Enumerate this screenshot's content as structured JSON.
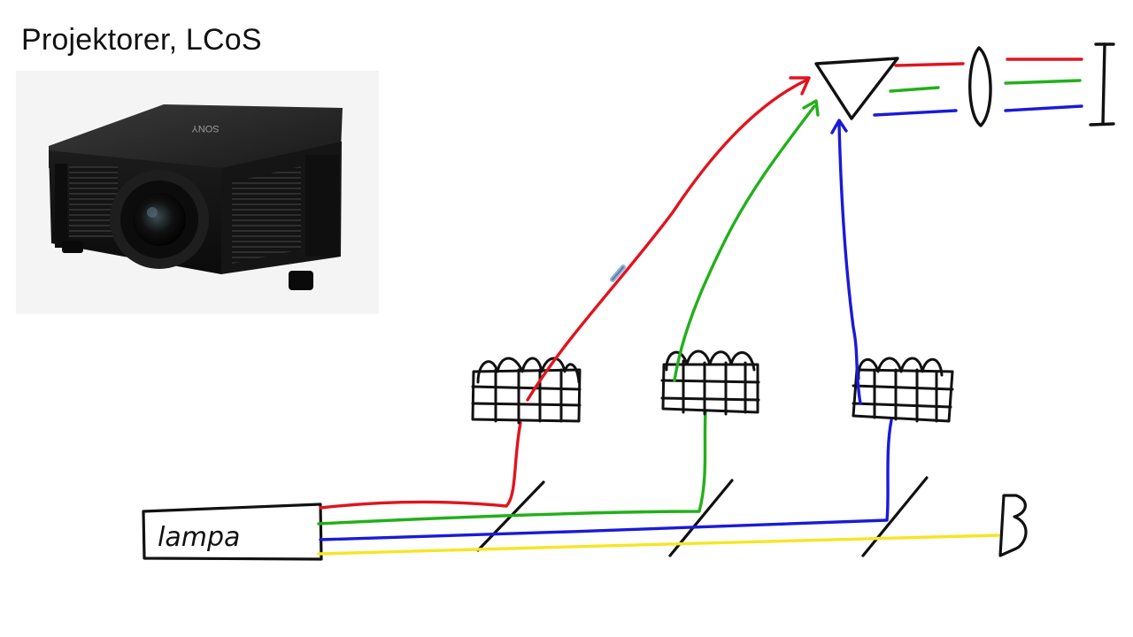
{
  "title": "Projektorer, LCoS",
  "lamp_label": "lampa",
  "colors": {
    "red": "#e0141e",
    "green": "#22b01a",
    "blue": "#1a1ad8",
    "yellow": "#f5e625",
    "ink": "#111111"
  },
  "icons": {
    "projector": "projector-photo",
    "brand_mark": "SONY"
  }
}
